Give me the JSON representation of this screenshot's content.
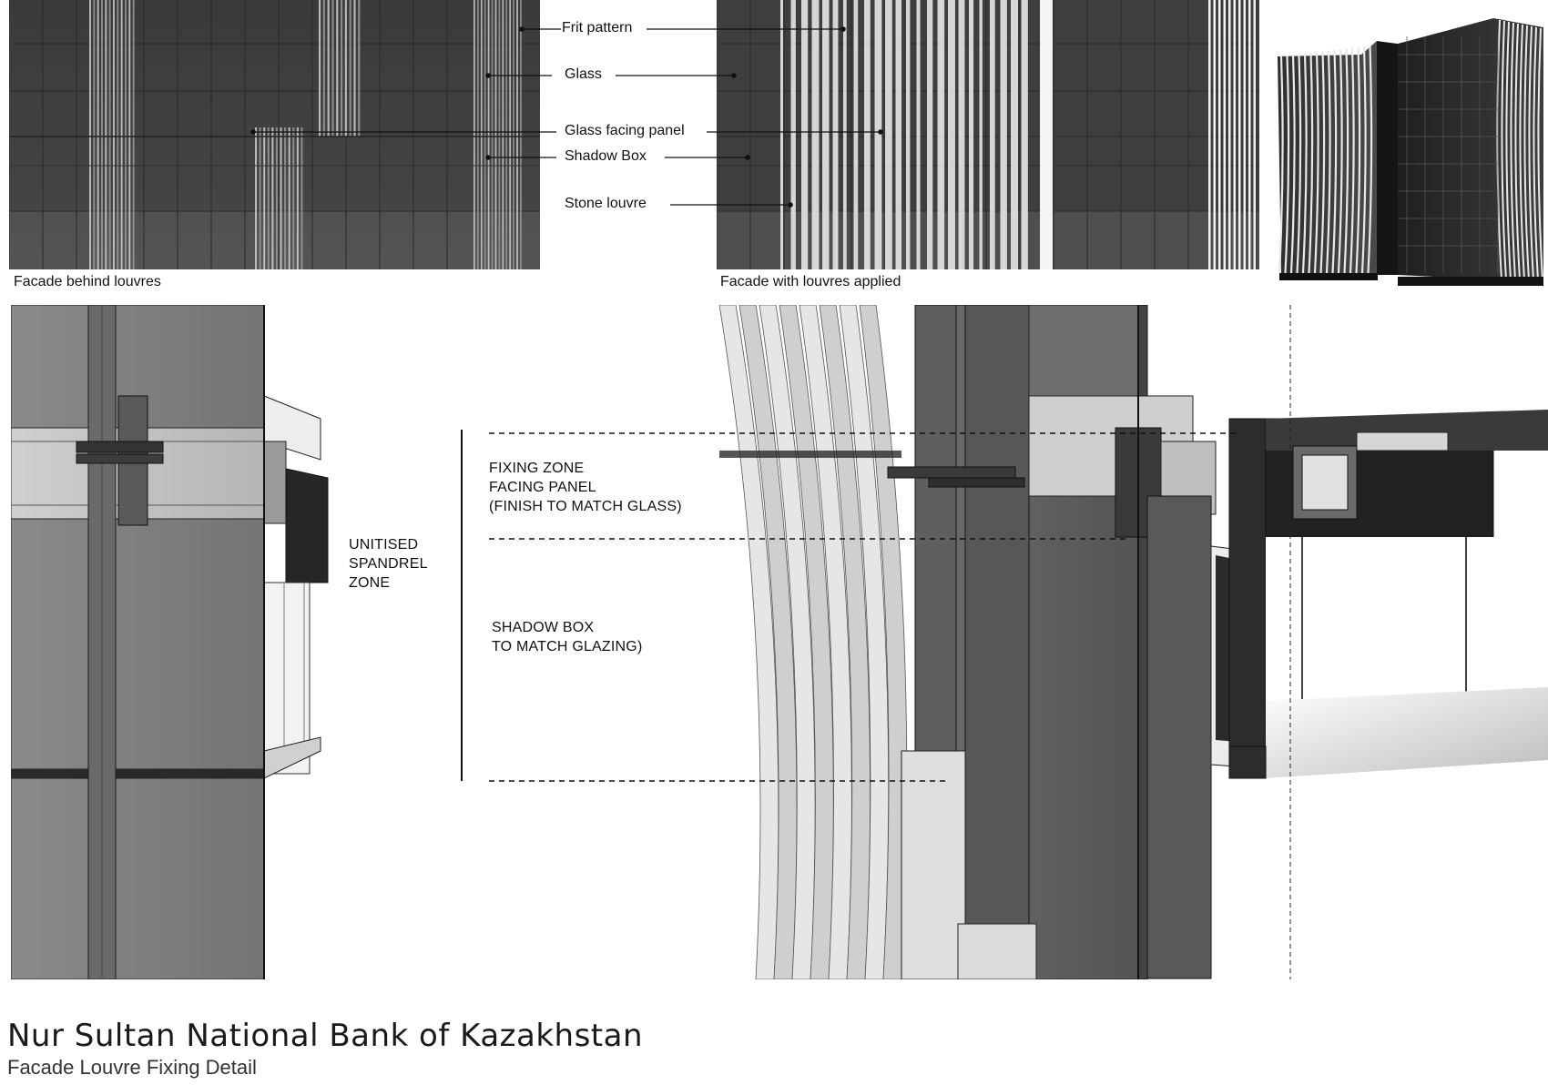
{
  "title": "Nur Sultan National Bank of Kazakhstan",
  "subtitle": "Facade Louvre Fixing Detail",
  "captions": {
    "facade_behind": "Facade behind louvres",
    "facade_with": "Facade with louvres applied"
  },
  "callouts": [
    "Frit pattern",
    "Glass",
    "Glass facing panel",
    "Shadow Box",
    "Stone louvre"
  ],
  "notes": {
    "spandrel": "UNITISED\nSPANDREL\nZONE",
    "fixing": "FIXING ZONE\nFACING PANEL\n(FINISH TO MATCH GLASS)",
    "shadow": "SHADOW BOX\nTO MATCH GLAZING)"
  },
  "colors": {
    "glass": "#3d3d3d",
    "glass_light": "#5a5a5a",
    "stone": "#d9d9d9",
    "frame": "#2b2b2b",
    "line": "#111111"
  }
}
